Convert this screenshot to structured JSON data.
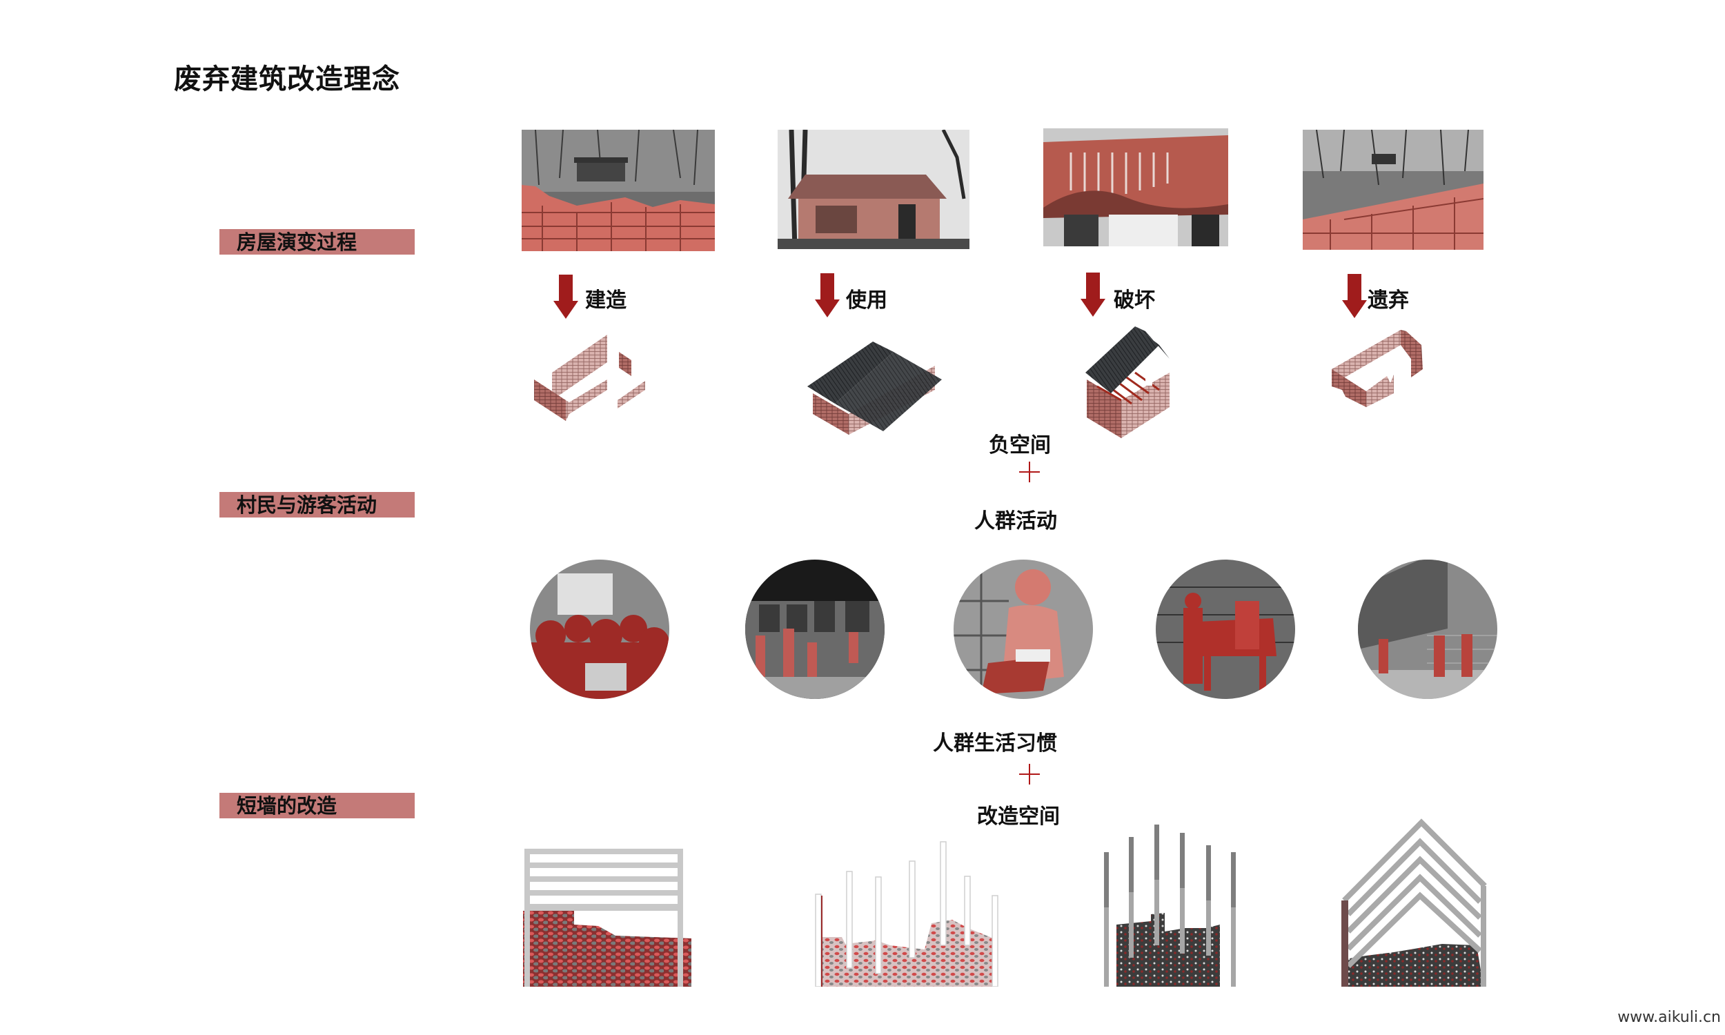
{
  "title": "废弃建筑改造理念",
  "sections": [
    {
      "label": "房屋演变过程"
    },
    {
      "label": "村民与游客活动"
    },
    {
      "label": "短墙的改造"
    }
  ],
  "evolution": {
    "steps": [
      {
        "label": "建造",
        "photo": "brick-wall-hillside-photo",
        "model": "separated-walls-isometric"
      },
      {
        "label": "使用",
        "photo": "intact-brick-house-photo",
        "model": "complete-house-isometric"
      },
      {
        "label": "破坏",
        "photo": "collapsing-roof-photo",
        "model": "damaged-house-isometric"
      },
      {
        "label": "遗弃",
        "photo": "ruined-stone-wall-photo",
        "model": "ruined-walls-isometric"
      }
    ],
    "arrow_color": "#a01c1c"
  },
  "concept_1": {
    "line1": "负空间",
    "operator": "+",
    "line2": "人群活动"
  },
  "activities": {
    "photos": [
      {
        "subject": "crowd-gathering"
      },
      {
        "subject": "children-at-gallery-wall"
      },
      {
        "subject": "girl-reading"
      },
      {
        "subject": "man-with-donkey"
      },
      {
        "subject": "villagers-in-alley"
      }
    ]
  },
  "concept_2": {
    "line1": "人群生活习惯",
    "operator": "+",
    "line2": "改造空间"
  },
  "wall_transformations": [
    {
      "type": "horizontal-slat-frame"
    },
    {
      "type": "vertical-white-posts"
    },
    {
      "type": "vertical-grey-poles"
    },
    {
      "type": "gabled-chevron-frame"
    }
  ],
  "colors": {
    "label_bg": "#c47a78",
    "accent_red": "#a01c1c",
    "plus_red": "#b01818"
  },
  "watermark": "www.aikuli.cn"
}
